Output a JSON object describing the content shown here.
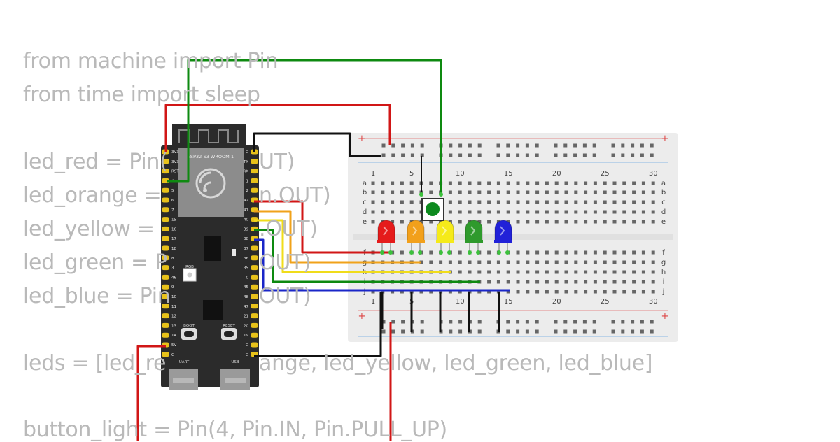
{
  "code": {
    "lines": [
      "from machine import Pin",
      "from time import sleep",
      "",
      "led_red = Pin(",
      "led_orange = ",
      "led_yellow = ",
      "led_green = P",
      "led_blue = Pin",
      "",
      "leds = [led_re",
      "",
      "button_light = Pin(4, Pin.IN, Pin.PULL_UP)"
    ],
    "fragments": {
      "red_out": "UT)",
      "orange_out": "n.OUT)",
      "yellow_out": ".OUT)",
      "green_out": "OUT)",
      "blue_out": "OUT)",
      "leds_rest": "ange, led_yellow, led_green, led_blue]"
    }
  },
  "board": {
    "module_label": "ESP32-S3-WROOM-1",
    "rgb_label": "RGB",
    "boot_label": "BOOT",
    "reset_label": "RESET",
    "uart_label": "UART",
    "usb_label": "USB",
    "left_pins": [
      "3V3",
      "3V3",
      "RST",
      "4",
      "5",
      "6",
      "7",
      "15",
      "16",
      "17",
      "18",
      "8",
      "3",
      "46",
      "9",
      "10",
      "11",
      "12",
      "13",
      "14",
      "5V",
      "G"
    ],
    "right_pins": [
      "G",
      "TX",
      "RX",
      "1",
      "2",
      "42",
      "41",
      "40",
      "39",
      "38",
      "37",
      "36",
      "35",
      "0",
      "45",
      "48",
      "47",
      "21",
      "20",
      "19",
      "G",
      "G"
    ]
  },
  "breadboard": {
    "col_numbers": [
      "1",
      "5",
      "10",
      "15",
      "20",
      "25",
      "30"
    ],
    "row_letters_top": [
      "a",
      "b",
      "c",
      "d",
      "e"
    ],
    "row_letters_bottom": [
      "f",
      "g",
      "h",
      "i",
      "j"
    ],
    "plus": "+",
    "minus": "-"
  },
  "components": {
    "leds": [
      {
        "name": "red",
        "color": "#e51b1b"
      },
      {
        "name": "orange",
        "color": "#f2a01b"
      },
      {
        "name": "yellow",
        "color": "#f5ea1a"
      },
      {
        "name": "green",
        "color": "#2f9a2c"
      },
      {
        "name": "blue",
        "color": "#2121d8"
      }
    ],
    "button_color": "#0d8a1e"
  },
  "colors": {
    "wire_red": "#d11616",
    "wire_green": "#0e8a10",
    "wire_black": "#111111",
    "wire_orange": "#f0a21a",
    "wire_yellow": "#f0dc1a",
    "wire_blue": "#1a26c8",
    "board": "#2b2b2b",
    "pin": "#e8c21a",
    "code_text": "#b9b9b9"
  }
}
